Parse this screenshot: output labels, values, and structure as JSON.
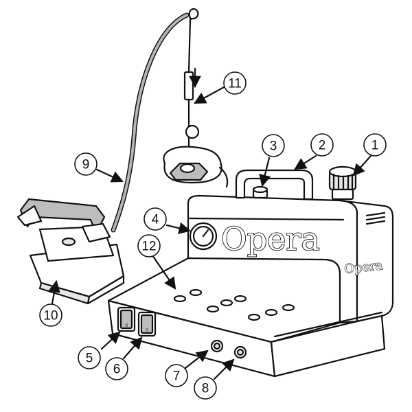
{
  "diagram": {
    "brand_logo": "Opera",
    "brand_logo_side": "Opera",
    "callouts": [
      {
        "id": "1",
        "label": "1"
      },
      {
        "id": "2",
        "label": "2"
      },
      {
        "id": "3",
        "label": "3"
      },
      {
        "id": "4",
        "label": "4"
      },
      {
        "id": "5",
        "label": "5"
      },
      {
        "id": "6",
        "label": "6"
      },
      {
        "id": "7",
        "label": "7"
      },
      {
        "id": "8",
        "label": "8"
      },
      {
        "id": "9",
        "label": "9"
      },
      {
        "id": "10",
        "label": "10"
      },
      {
        "id": "11",
        "label": "11"
      },
      {
        "id": "12",
        "label": "12"
      }
    ],
    "colors": {
      "line": "#111111",
      "background": "#ffffff",
      "shade": "#bdbdbd"
    }
  }
}
